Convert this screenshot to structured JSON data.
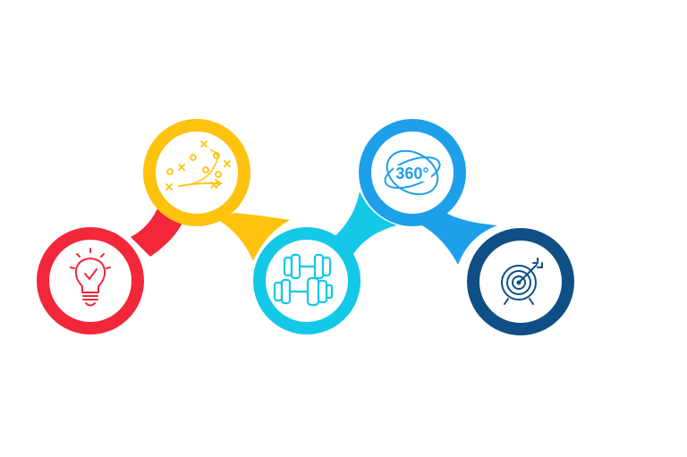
{
  "steps": [
    {
      "id": "idea",
      "icon": "lightbulb-check-icon",
      "color": "#F2273A"
    },
    {
      "id": "strategy",
      "icon": "play-strategy-icon",
      "color": "#FFC20E"
    },
    {
      "id": "training",
      "icon": "dumbbells-icon",
      "color": "#14C8E8"
    },
    {
      "id": "view",
      "icon": "360-view-icon",
      "color": "#1E9FEA",
      "label": "360°"
    },
    {
      "id": "goal",
      "icon": "target-arrow-icon",
      "color": "#0F4F86"
    }
  ]
}
